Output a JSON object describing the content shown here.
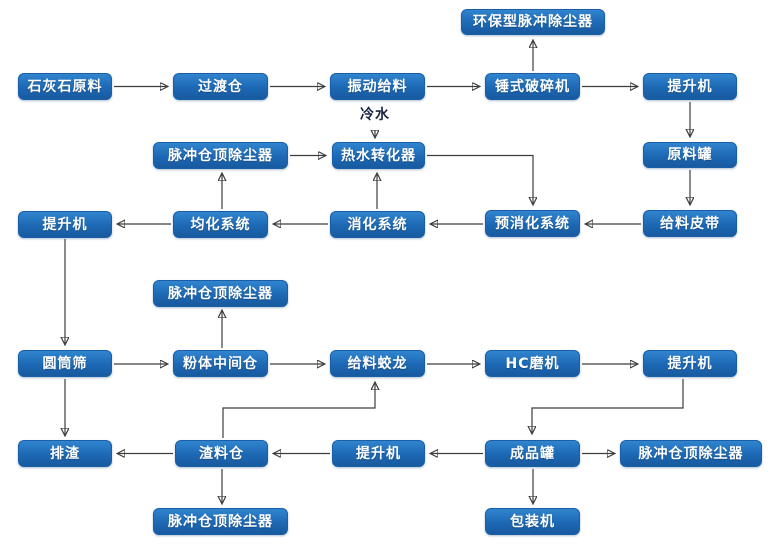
{
  "diagram": {
    "type": "process-flowchart",
    "language": "zh-CN",
    "node_fill_color": "#1d68b4",
    "node_text_color": "#ffffff",
    "arrow_color": "#3d3d3d",
    "background_color": "#ffffff",
    "nodes": {
      "limestone": {
        "label": "石灰石原料"
      },
      "transition_bin": {
        "label": "过渡仓"
      },
      "vibrating_feeder": {
        "label": "振动给料"
      },
      "hammer_crusher": {
        "label": "锤式破碎机"
      },
      "elevator_1": {
        "label": "提升机"
      },
      "eco_dust_collector": {
        "label": "环保型脉冲除尘器"
      },
      "pulse_dust_collector_1": {
        "label": "脉冲仓顶除尘器"
      },
      "hot_water_converter": {
        "label": "热水转化器"
      },
      "cold_water": {
        "label": "冷水"
      },
      "raw_material_tank": {
        "label": "原料罐"
      },
      "elevator_2": {
        "label": "提升机"
      },
      "homogenization_system": {
        "label": "均化系统"
      },
      "digestion_system": {
        "label": "消化系统"
      },
      "pre_digestion_system": {
        "label": "预消化系统"
      },
      "feeding_belt": {
        "label": "给料皮带"
      },
      "pulse_dust_collector_2": {
        "label": "脉冲仓顶除尘器"
      },
      "drum_screen": {
        "label": "圆筒筛"
      },
      "powder_intermediate_bin": {
        "label": "粉体中间仓"
      },
      "feeding_screw": {
        "label": "给料蛟龙"
      },
      "hc_mill": {
        "label": "HC磨机"
      },
      "elevator_3": {
        "label": "提升机"
      },
      "slag_discharge": {
        "label": "排渣"
      },
      "slag_bin": {
        "label": "渣料仓"
      },
      "elevator_4": {
        "label": "提升机"
      },
      "finished_tank": {
        "label": "成品罐"
      },
      "pulse_dust_collector_3": {
        "label": "脉冲仓顶除尘器"
      },
      "pulse_dust_collector_4": {
        "label": "脉冲仓顶除尘器"
      },
      "packing_machine": {
        "label": "包装机"
      }
    },
    "edges": [
      {
        "from": "limestone",
        "to": "transition_bin"
      },
      {
        "from": "transition_bin",
        "to": "vibrating_feeder"
      },
      {
        "from": "vibrating_feeder",
        "to": "hammer_crusher"
      },
      {
        "from": "hammer_crusher",
        "to": "eco_dust_collector"
      },
      {
        "from": "hammer_crusher",
        "to": "elevator_1"
      },
      {
        "from": "elevator_1",
        "to": "raw_material_tank"
      },
      {
        "from": "raw_material_tank",
        "to": "feeding_belt"
      },
      {
        "from": "feeding_belt",
        "to": "pre_digestion_system"
      },
      {
        "from": "pre_digestion_system",
        "to": "digestion_system"
      },
      {
        "from": "digestion_system",
        "to": "homogenization_system"
      },
      {
        "from": "digestion_system",
        "to": "hot_water_converter"
      },
      {
        "from": "cold_water",
        "to": "hot_water_converter"
      },
      {
        "from": "pulse_dust_collector_1",
        "to": "hot_water_converter"
      },
      {
        "from": "hot_water_converter",
        "to": "pre_digestion_system"
      },
      {
        "from": "homogenization_system",
        "to": "pulse_dust_collector_1"
      },
      {
        "from": "homogenization_system",
        "to": "elevator_2"
      },
      {
        "from": "elevator_2",
        "to": "drum_screen"
      },
      {
        "from": "drum_screen",
        "to": "powder_intermediate_bin"
      },
      {
        "from": "drum_screen",
        "to": "slag_discharge"
      },
      {
        "from": "powder_intermediate_bin",
        "to": "pulse_dust_collector_2"
      },
      {
        "from": "powder_intermediate_bin",
        "to": "feeding_screw"
      },
      {
        "from": "feeding_screw",
        "to": "hc_mill"
      },
      {
        "from": "hc_mill",
        "to": "elevator_3"
      },
      {
        "from": "elevator_3",
        "to": "finished_tank"
      },
      {
        "from": "finished_tank",
        "to": "elevator_4"
      },
      {
        "from": "elevator_4",
        "to": "slag_bin"
      },
      {
        "from": "slag_bin",
        "to": "slag_discharge"
      },
      {
        "from": "slag_bin",
        "to": "feeding_screw"
      },
      {
        "from": "slag_bin",
        "to": "pulse_dust_collector_4"
      },
      {
        "from": "finished_tank",
        "to": "pulse_dust_collector_3"
      },
      {
        "from": "finished_tank",
        "to": "packing_machine"
      }
    ]
  }
}
